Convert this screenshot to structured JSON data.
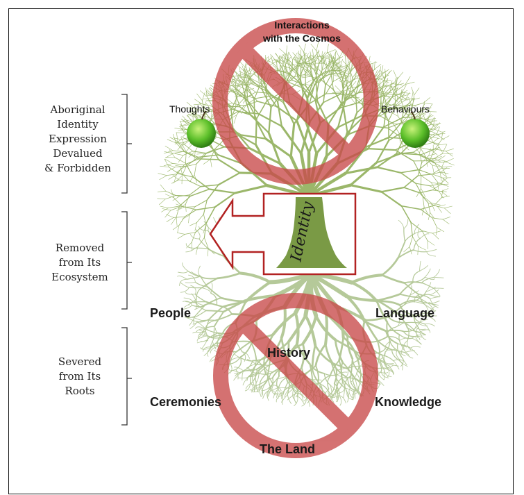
{
  "side_labels": {
    "top": "Aboriginal\nIdentity\nExpression\nDevalued\n& Forbidden",
    "middle": "Removed\nfrom Its\nEcosystem",
    "bottom": "Severed\nfrom Its\nRoots"
  },
  "canopy": {
    "top": "Interactions\nwith the Cosmos",
    "left": "Thoughts",
    "right": "Behaviours"
  },
  "trunk": {
    "label": "Identity"
  },
  "roots": {
    "people": "People",
    "language": "Language",
    "history": "History",
    "ceremonies": "Ceremonies",
    "knowledge": "Knowledge",
    "land": "The Land"
  },
  "colors": {
    "tree": "#8aa35a",
    "trunk": "#7a9a45",
    "prohibition": "#c94a4a",
    "arrow": "#b22222",
    "apple": "#5cbf2a"
  }
}
